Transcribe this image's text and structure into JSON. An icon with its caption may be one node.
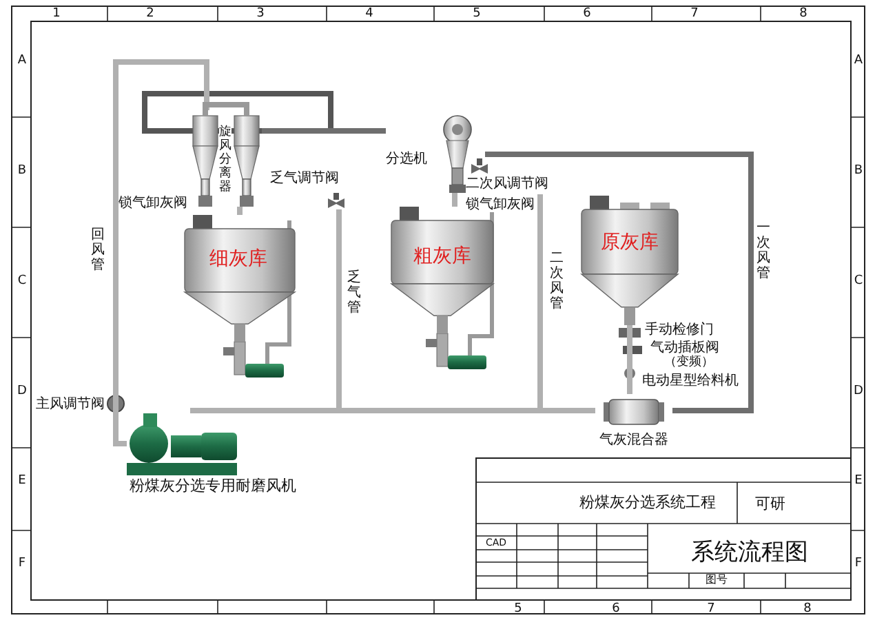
{
  "diagram": {
    "nodes": [
      {
        "text": [
          "旋风分离器"
        ]
      },
      {
        "text": [
          "乏气调节阀"
        ]
      },
      {
        "text": [
          "细灰库"
        ]
      },
      {
        "text": [
          "分选机"
        ]
      },
      {
        "text": [
          "二次风调节阀"
        ]
      },
      {
        "text": [
          "粗灰库"
        ]
      },
      {
        "text": [
          "原灰库"
        ]
      },
      {
        "text": [
          "气灰混合器"
        ]
      },
      {
        "text": [
          "粉煤灰分选专用耐磨风机"
        ]
      }
    ],
    "edges": [
      {
        "from": 8,
        "to": 7,
        "arrow": "none"
      },
      {
        "from": 6,
        "to": 7,
        "arrow": "none"
      },
      {
        "from": 7,
        "to": 3,
        "arrow": "none",
        "label": "一次风管",
        "color": "#6e6e6e"
      },
      {
        "from": 3,
        "to": 0,
        "arrow": "none",
        "color": "#6e6e6e"
      },
      {
        "from": 3,
        "to": 5,
        "arrow": "none"
      },
      {
        "from": 0,
        "to": 2,
        "arrow": "none"
      },
      {
        "from": 0,
        "to": 8,
        "arrow": "none",
        "label": "回风管"
      },
      {
        "from": 1,
        "to": 7,
        "arrow": "none",
        "label": "乏气管"
      },
      {
        "from": 4,
        "to": 7,
        "arrow": "none",
        "label": "二次风管"
      }
    ],
    "labels": [
      "1",
      "2",
      "3",
      "4",
      "5",
      "6",
      "7",
      "8",
      "A",
      "B",
      "C",
      "D",
      "E",
      "F",
      "A",
      "B",
      "C",
      "D",
      "E",
      "F",
      "锁气卸灰阀",
      "锁气卸灰阀",
      "手动检修门",
      "气动插板阀",
      "（变频）",
      "电动星型给料机",
      "主风调节阀",
      "粉煤灰分选系统工程",
      "可研",
      "CAD",
      "系统流程图",
      "图号",
      "5",
      "6",
      "7",
      "8"
    ]
  }
}
